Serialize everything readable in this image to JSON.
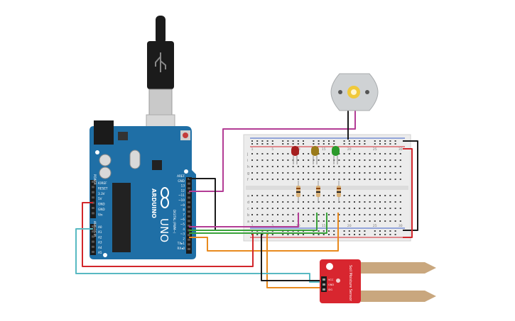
{
  "colors": {
    "board": "#1f6fa6",
    "board_dark": "#17577f",
    "breadboard": "#ececec",
    "sensor": "#d8262f",
    "probe": "#c9a77e",
    "wire_red": "#d2262b",
    "wire_black": "#1b1b1b",
    "wire_magenta": "#b33c95",
    "wire_green": "#3aa23a",
    "wire_orange": "#e88a1e",
    "wire_cyan": "#58b9c2",
    "led_red": "#a51f1f",
    "led_yellow": "#9a7a1a",
    "led_green": "#2b9a2b",
    "motor": "#cfd2d4",
    "motor_hub": "#f0c93a"
  },
  "arduino": {
    "brand": "ARDUINO",
    "model": "UNO",
    "power_header": [
      "IOREF",
      "RESET",
      "3.3V",
      "5V",
      "GND",
      "GND",
      "Vin"
    ],
    "analog_header": [
      "A0",
      "A1",
      "A2",
      "A3",
      "A4",
      "A5"
    ],
    "digital_header": [
      "AREF",
      "GND",
      "13",
      "12",
      "~11",
      "~10",
      "~9",
      "8",
      "7",
      "~6",
      "~5",
      "4",
      "~3",
      "2",
      "TX▸1",
      "RX◂0"
    ],
    "power_section": "POWER",
    "analog_section": "ANALOG IN",
    "digital_section": "DIGITAL (PWM~)"
  },
  "breadboard": {
    "row_labels": [
      "a",
      "b",
      "c",
      "d",
      "e",
      "f",
      "g",
      "h",
      "i",
      "j"
    ],
    "col_labels": [
      "1",
      "5",
      "10",
      "15",
      "20",
      "25",
      "30"
    ]
  },
  "soil_sensor": {
    "title": "Soil Moisture Sensor",
    "pin_labels": [
      "VCC",
      "GND",
      "SIG"
    ]
  },
  "components": {
    "leds": [
      "led_red",
      "led_yellow",
      "led_green"
    ],
    "motor": "dc-motor",
    "usb": "usb-cable"
  }
}
